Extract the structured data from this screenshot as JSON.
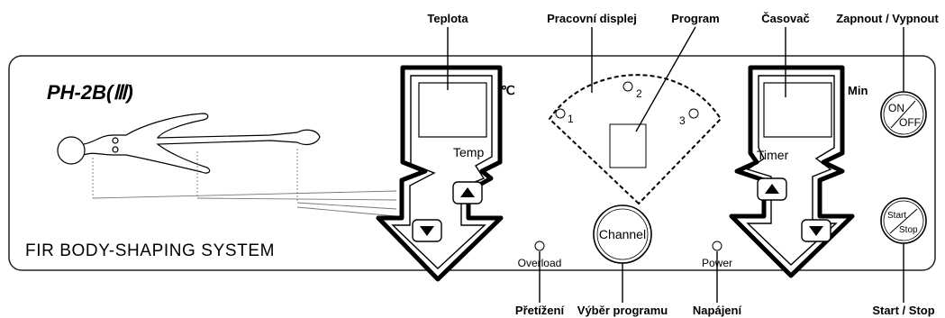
{
  "model": "PH-2B(Ⅲ)",
  "system_name": "FIR BODY-SHAPING SYSTEM",
  "callouts": {
    "temperature": "Teplota",
    "work_display": "Pracovní displej",
    "program": "Program",
    "timer": "Časovač",
    "power_switch": "Zapnout / Vypnout",
    "overload": "Přetížení",
    "program_select": "Výběr programu",
    "supply": "Napájení",
    "start_stop": "Start / Stop"
  },
  "temp": {
    "label": "Temp",
    "unit": "℃"
  },
  "timer": {
    "label": "Timer",
    "unit": "Min"
  },
  "channel_button": "Channel",
  "leds": {
    "overload": "Overload",
    "power": "Power"
  },
  "program_numbers": [
    "1",
    "2",
    "3"
  ],
  "on_off": {
    "on": "ON",
    "off": "OFF"
  },
  "start_stop_button": {
    "start": "Start",
    "stop": "Stop"
  },
  "icons": {
    "up": "triangle-up-icon",
    "down": "triangle-down-icon",
    "body": "human-body-icon"
  }
}
